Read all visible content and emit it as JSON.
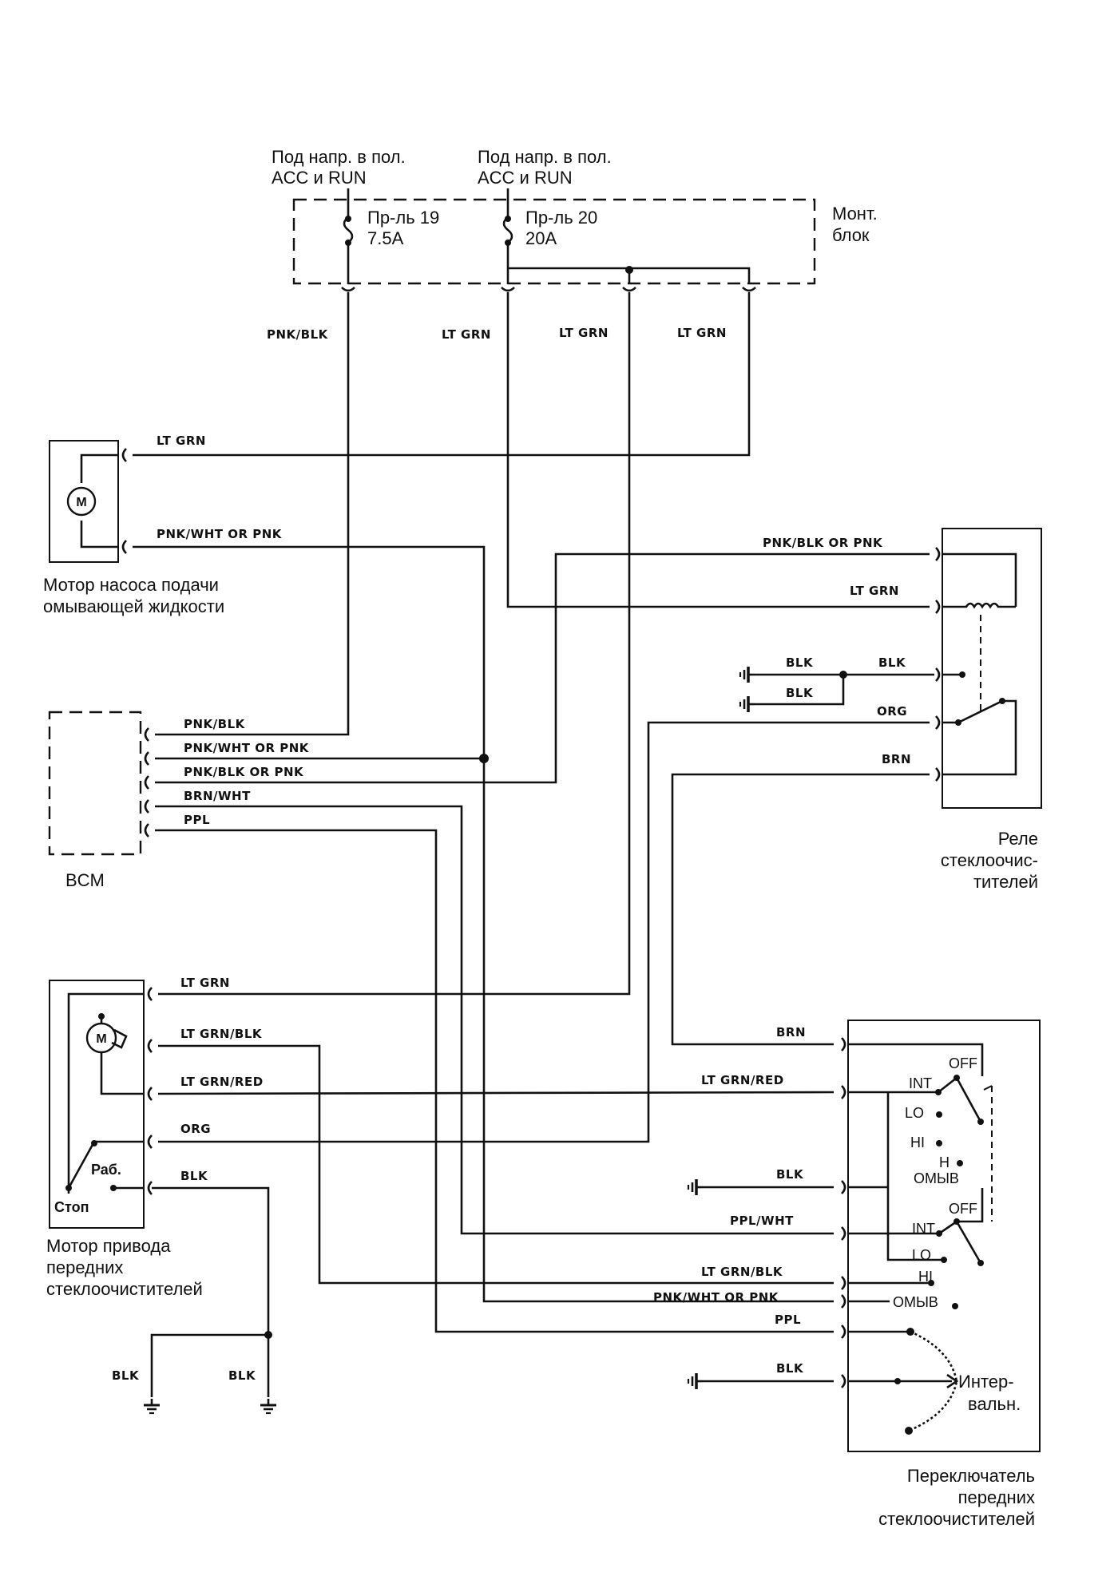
{
  "fuse_block": {
    "supply_19": [
      "Под напр. в пол.",
      "ACC и RUN"
    ],
    "supply_20": [
      "Под напр. в пол.",
      "ACC и RUN"
    ],
    "fuse_19": [
      "Пр-ль 19",
      "7.5A"
    ],
    "fuse_20": [
      "Пр-ль 20",
      "20A"
    ],
    "block_label": [
      "Монт.",
      "блок"
    ]
  },
  "top_wires": [
    "PNK/BLK",
    "LT GRN",
    "LT GRN",
    "LT GRN"
  ],
  "washer_pump": {
    "wire_1": "LT GRN",
    "wire_2": "PNK/WHT OR PNK",
    "motor_letter": "M",
    "label": [
      "Мотор насоса подачи",
      "омывающей жидкости"
    ]
  },
  "bcm": {
    "label": "BCM",
    "wires": [
      "PNK/BLK",
      "PNK/WHT OR PNK",
      "PNK/BLK OR PNK",
      "BRN/WHT",
      "PPL"
    ]
  },
  "relay": {
    "wires": [
      "PNK/BLK OR PNK",
      "LT GRN",
      "BLK",
      "ORG",
      "BRN"
    ],
    "ground_wires": [
      "BLK",
      "BLK"
    ],
    "label": [
      "Реле",
      "стеклоочис-",
      "тителей"
    ]
  },
  "wiper_motor": {
    "wires": [
      "LT GRN",
      "LT GRN/BLK",
      "LT GRN/RED",
      "ORG",
      "BLK"
    ],
    "motor_letter": "M",
    "run_label": "Раб.",
    "stop_label": "Стоп",
    "label": [
      "Мотор привода",
      "передних",
      "стеклоочистителей"
    ],
    "ground_wires": [
      "BLK",
      "BLK"
    ]
  },
  "switch": {
    "wires": [
      "BRN",
      "LT GRN/RED",
      "BLK",
      "PPL/WHT",
      "LT GRN/BLK",
      "PNK/WHT OR PNK",
      "PPL",
      "BLK"
    ],
    "upper_positions": [
      "OFF",
      "INT",
      "LO",
      "HI",
      "H",
      "ОМЫВ"
    ],
    "lower_positions": [
      "OFF",
      "INT",
      "LO",
      "HI",
      "ОМЫВ"
    ],
    "interval_label": [
      "Интер-",
      "вальн."
    ],
    "label": [
      "Переключатель",
      "передних",
      "стеклоочистителей"
    ]
  }
}
